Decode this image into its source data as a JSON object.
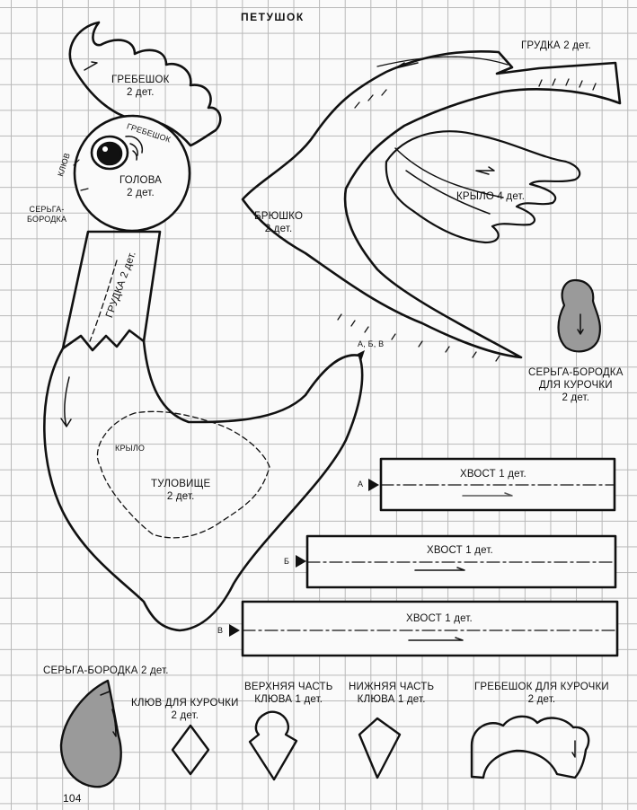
{
  "page": {
    "title": "ПЕТУШОК",
    "page_number": "104"
  },
  "pieces": {
    "comb": {
      "name": "ГРЕБЕШОК",
      "count": "2 дет."
    },
    "head": {
      "name": "ГОЛОВА",
      "count": "2 дет."
    },
    "head_comb_mark": "ГРЕБЕШОК",
    "beak_mark": "КЛЮВ",
    "wattle_mark": "СЕРЬГА-\nБОРОДКА",
    "breast_top": {
      "name": "ГРУДКА",
      "count": "2 дет."
    },
    "breast_side": "ГРУДКА 2 дет.",
    "belly": {
      "name": "БРЮШКО",
      "count": "2 дет."
    },
    "wing": "КРЫЛО  4 дет.",
    "hen_wattle": {
      "name": "СЕРЬГА-БОРОДКА",
      "line2": "ДЛЯ КУРОЧКИ",
      "count": "2 дет."
    },
    "body_marks": "А, Б, В",
    "body_wing_mark": "КРЫЛО",
    "body": {
      "name": "ТУЛОВИЩЕ",
      "count": "2 дет."
    },
    "tails": [
      {
        "letter": "А",
        "label": "ХВОСТ 1 дет."
      },
      {
        "letter": "Б",
        "label": "ХВОСТ 1 дет."
      },
      {
        "letter": "В",
        "label": "ХВОСТ 1 дет."
      }
    ],
    "wattle": "СЕРЬГА-БОРОДКА 2 дет.",
    "hen_beak": {
      "name": "КЛЮВ ДЛЯ КУРОЧКИ",
      "count": "2 дет."
    },
    "upper_beak": {
      "name": "ВЕРХНЯЯ ЧАСТЬ",
      "count": "КЛЮВА 1 дет."
    },
    "lower_beak": {
      "name": "НИЖНЯЯ ЧАСТЬ",
      "count": "КЛЮВА 1 дет."
    },
    "hen_comb": {
      "name": "ГРЕБЕШОК ДЛЯ КУРОЧКИ",
      "count": "2 дет."
    }
  },
  "colors": {
    "ink": "#111111",
    "fill_grey": "#9a9a9a",
    "grid": "#b8b8b8"
  }
}
